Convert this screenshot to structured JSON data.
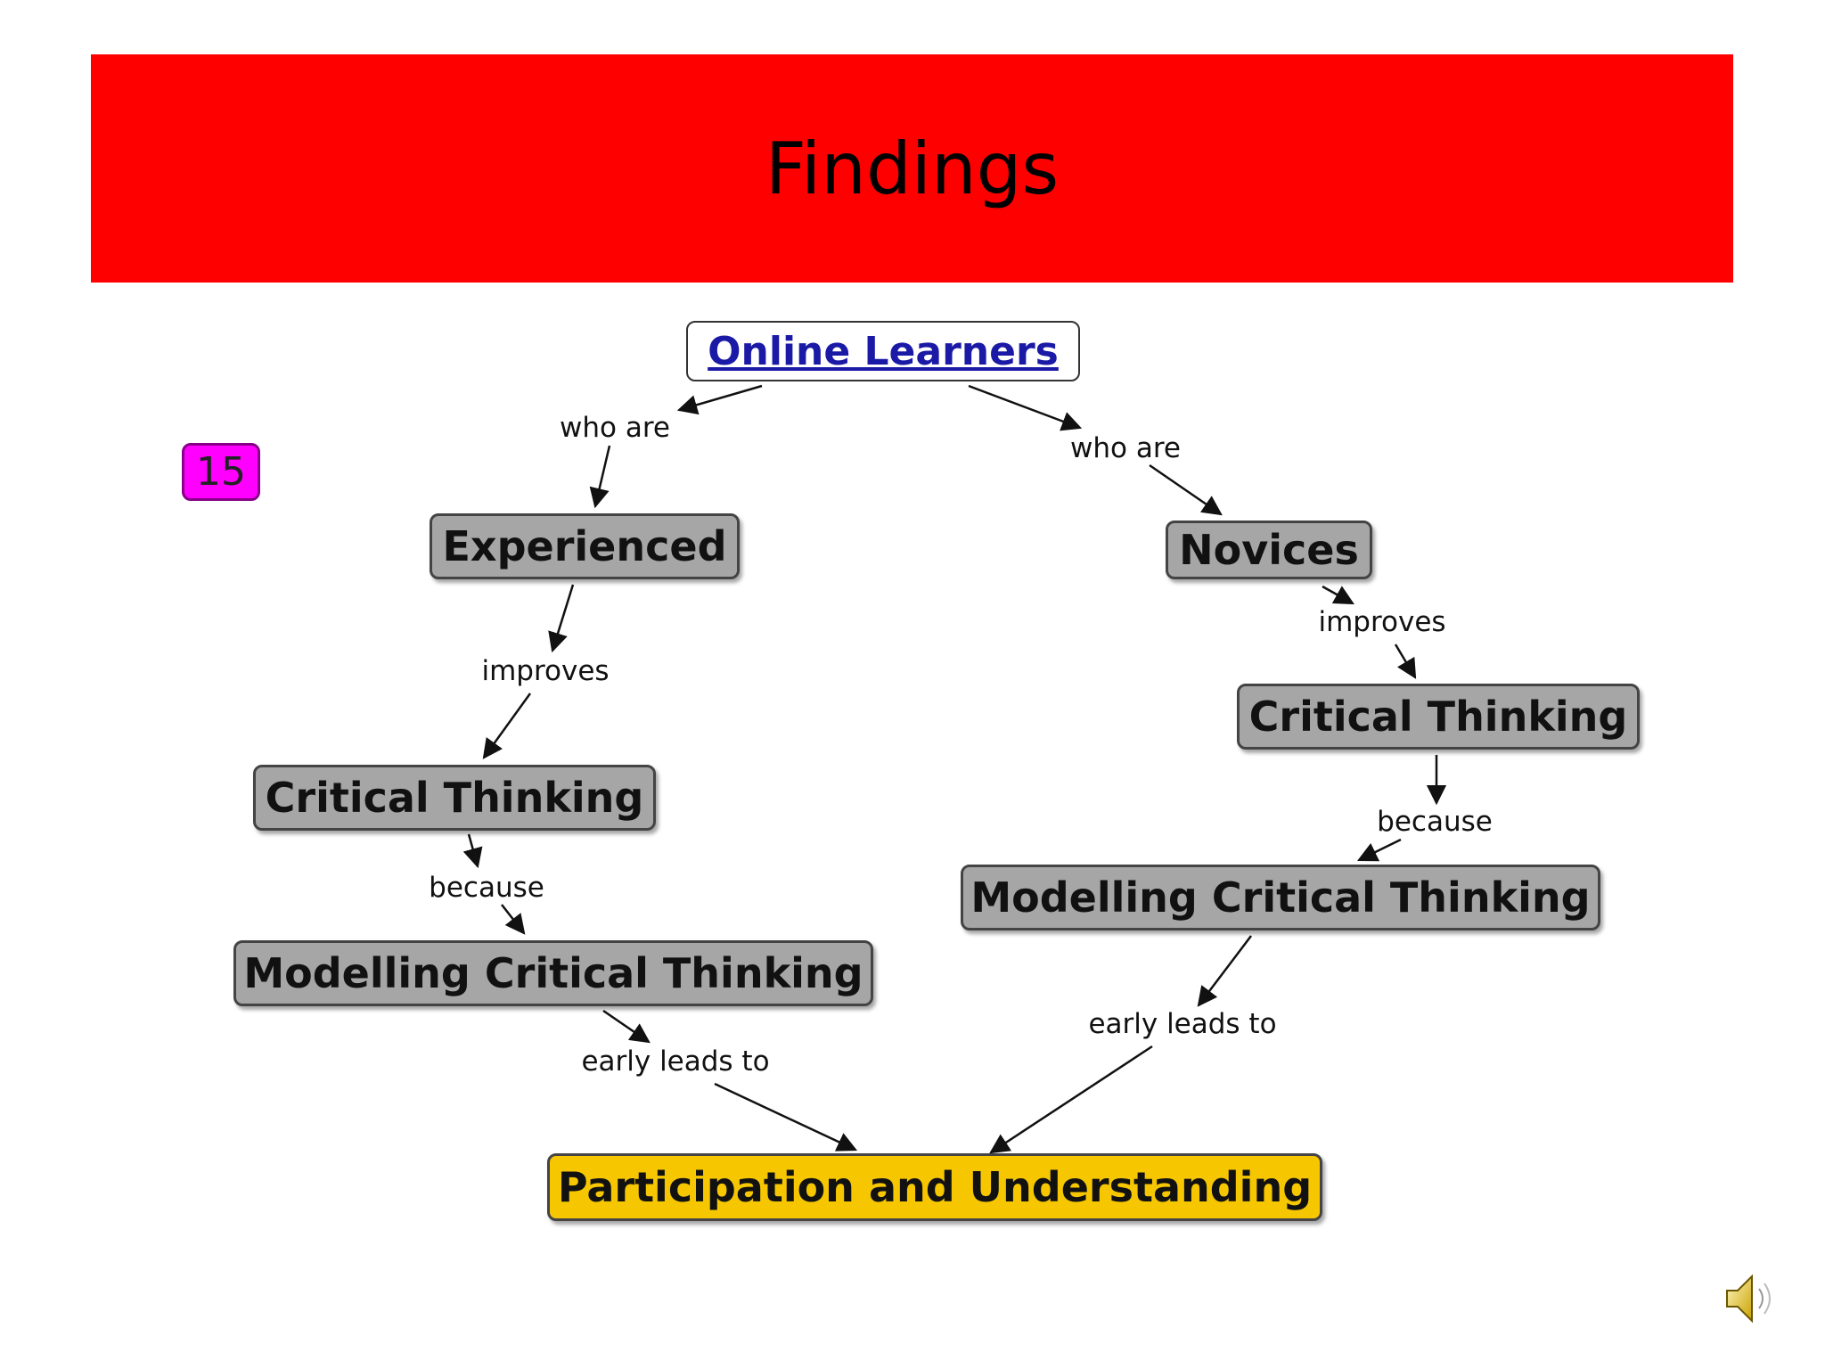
{
  "slide": {
    "title": "Findings",
    "slide_number": "15",
    "colors": {
      "title_bar": "#ff0000",
      "badge": "#ff00ff",
      "node": "#a6a6a6",
      "goal_node": "#f6c700",
      "root_link": "#1a1aa6"
    }
  },
  "concept_map": {
    "nodes": {
      "root": "Online Learners",
      "experienced": "Experienced",
      "novices": "Novices",
      "ct_left": "Critical Thinking",
      "ct_right": "Critical Thinking",
      "mct_left": "Modelling Critical Thinking",
      "mct_right": "Modelling Critical Thinking",
      "goal": "Participation and Understanding"
    },
    "links": {
      "who_are_left": "who are",
      "who_are_right": "who are",
      "improves_left": "improves",
      "improves_right": "improves",
      "because_left": "because",
      "because_right": "because",
      "early_leads_left": "early leads to",
      "early_leads_right": "early leads to"
    }
  },
  "icons": {
    "audio": "speaker-icon"
  }
}
